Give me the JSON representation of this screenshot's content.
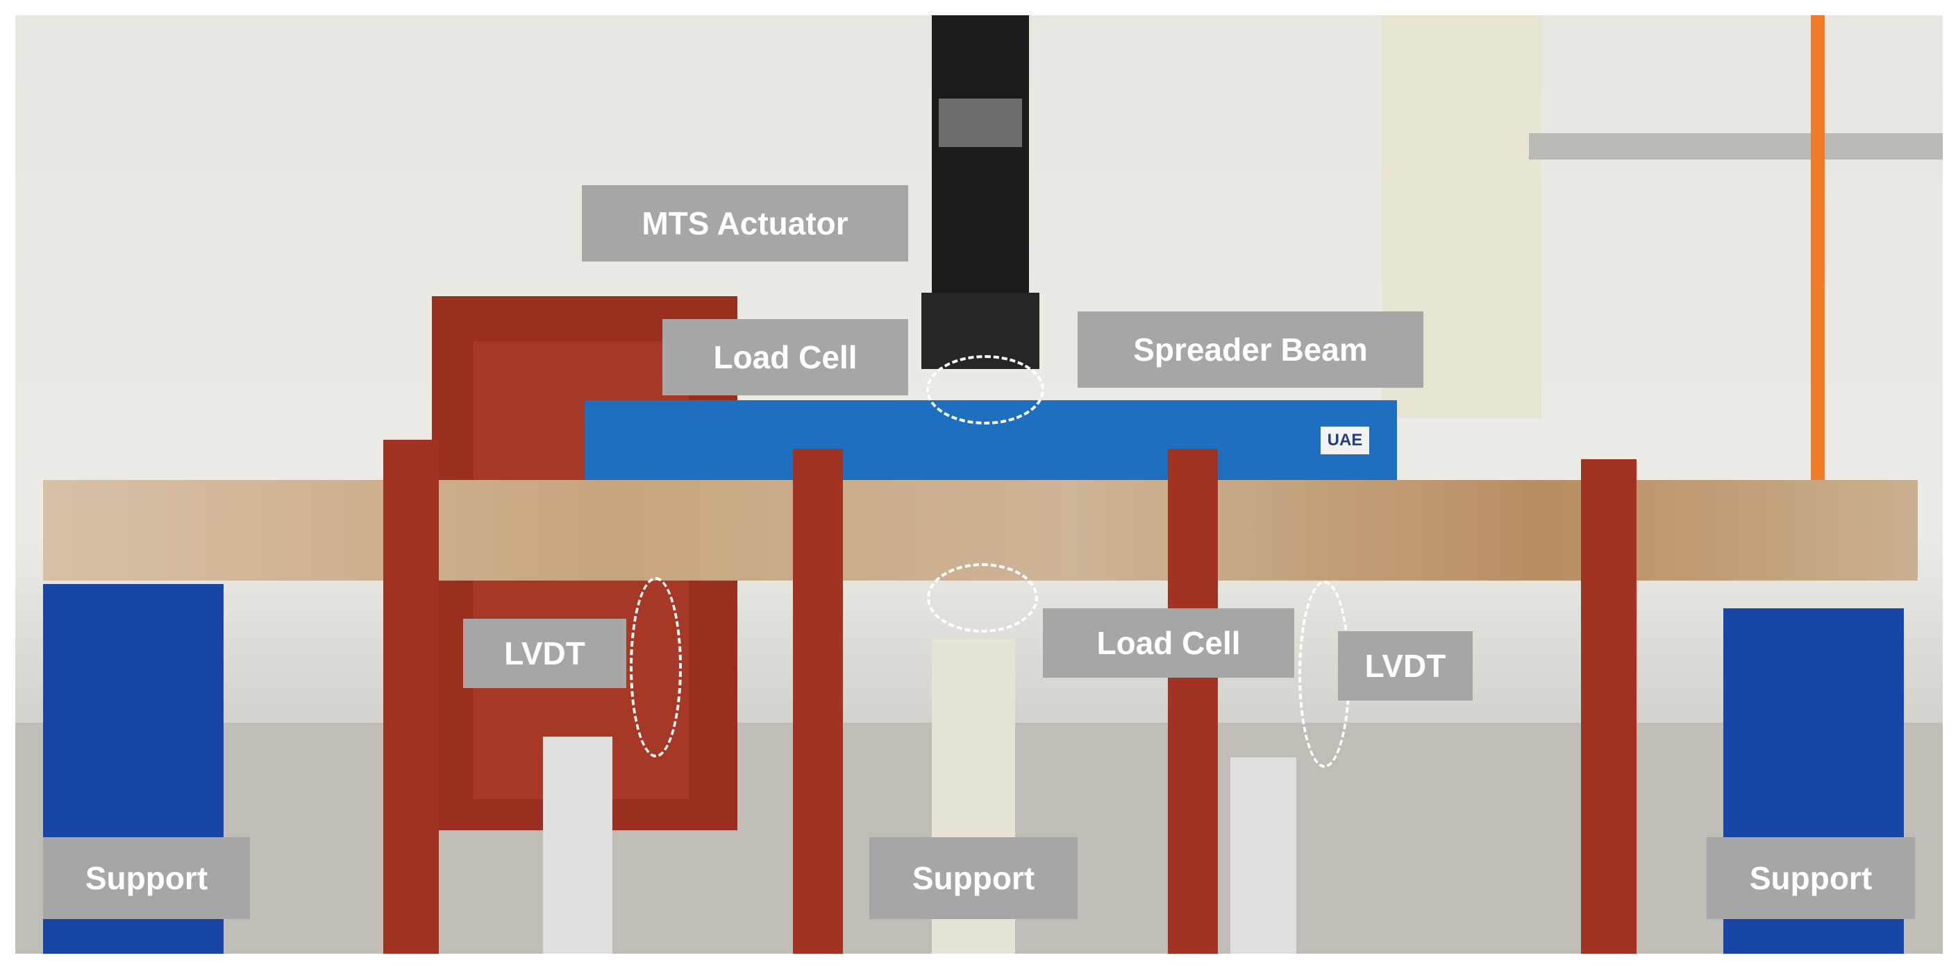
{
  "labels": {
    "mts_actuator": "MTS Actuator",
    "load_cell_top": "Load Cell",
    "spreader_beam": "Spreader Beam",
    "lvdt_left": "LVDT",
    "load_cell_mid": "Load Cell",
    "lvdt_right": "LVDT",
    "support_left": "Support",
    "support_mid": "Support",
    "support_right": "Support"
  },
  "beam_marking": "UAE",
  "colors": {
    "label_bg": "#a6a6a6",
    "label_text": "#ffffff",
    "frame_red": "#9e3322",
    "spreader_blue": "#1f6fc0",
    "support_blue": "#1746a8",
    "concrete_beam": "#cbb59a",
    "dashed_highlight": "#ffffff"
  }
}
